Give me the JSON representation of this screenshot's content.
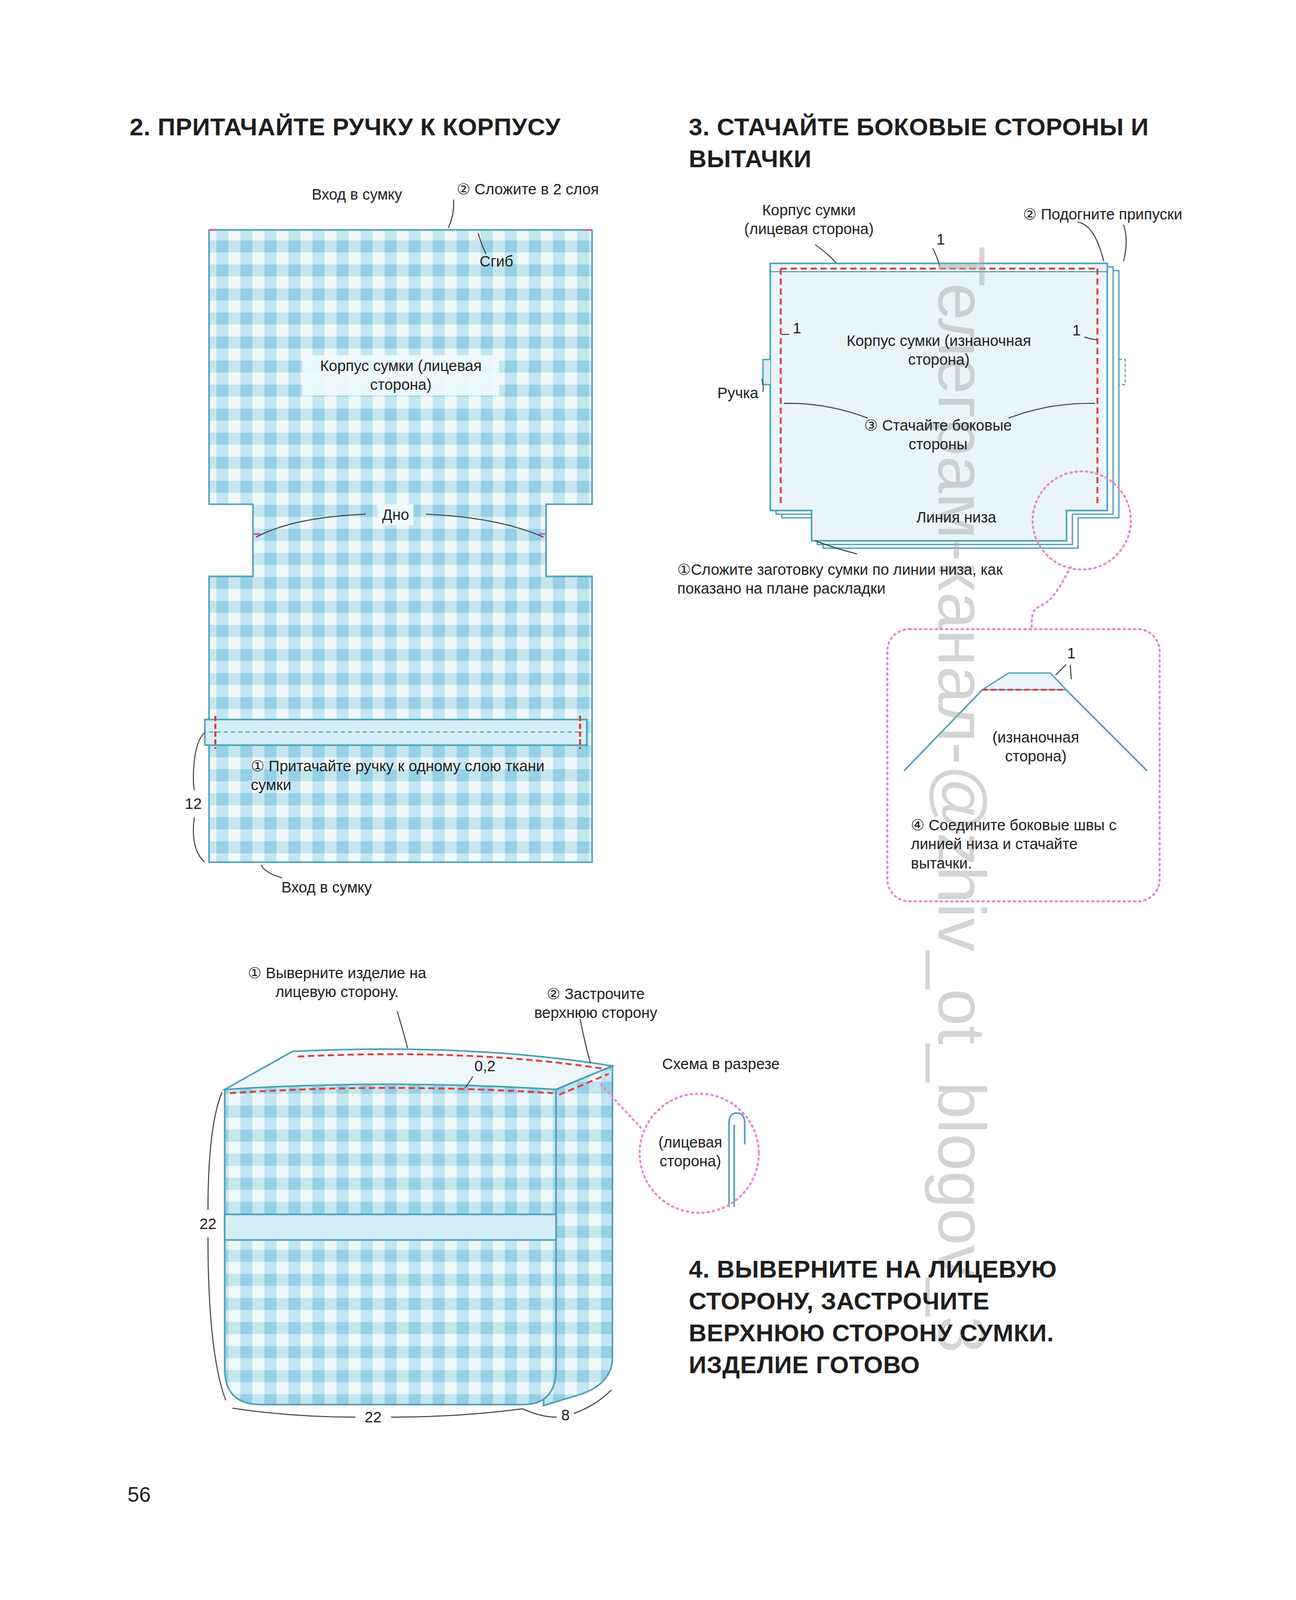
{
  "diagram": {
    "nodes": [
      {
        "text": [
          "Корпус сумки (лицевая сторона)"
        ]
      },
      {
        "text": [
          "Корпус сумки (изнаночная сторона)"
        ]
      },
      {
        "text": [
          "(изнаночная сторона)",
          "④ Соедините боковые швы с линией низа и стачайте вытачки."
        ]
      },
      {
        "text": [
          "Схема в разрезе",
          "(лицевая сторона)"
        ]
      }
    ],
    "edges": [
      {
        "from": 1,
        "to": 2,
        "arrow": "none"
      }
    ],
    "labels": [
      "2. ПРИТАЧАЙТЕ РУЧКУ К КОРПУСУ",
      "Вход в сумку",
      "② Сложите в 2 слоя",
      "Сгиб",
      "Дно",
      "① Притачайте ручку к одному слою ткани сумки",
      "12",
      "Вход в сумку",
      "3. СТАЧАЙТЕ БОКОВЫЕ СТОРОНЫ И ВЫТАЧКИ",
      "Корпус сумки (лицевая сторона)",
      "② Подогните припуски",
      "1",
      "1",
      "1",
      "Ручка",
      "③ Стачайте боковые стороны",
      "Линия низа",
      "①Сложите заготовку сумки по линии низа, как показано на плане раскладки",
      "1",
      "① Выверните изделие на лицевую сторону.",
      "② Застрочите верхнюю сторону",
      "0,2",
      "22",
      "22",
      "8",
      "4. ВЫВЕРНИТЕ НА ЛИЦЕВУЮ СТОРОНУ, ЗАСТРОЧИТЕ ВЕРХНЮЮ СТОРОНУ СУМКИ. ИЗДЕЛИЕ ГОТОВО",
      "56",
      "Телеграм-канал-@zhiv_ot_blogov_3"
    ]
  }
}
